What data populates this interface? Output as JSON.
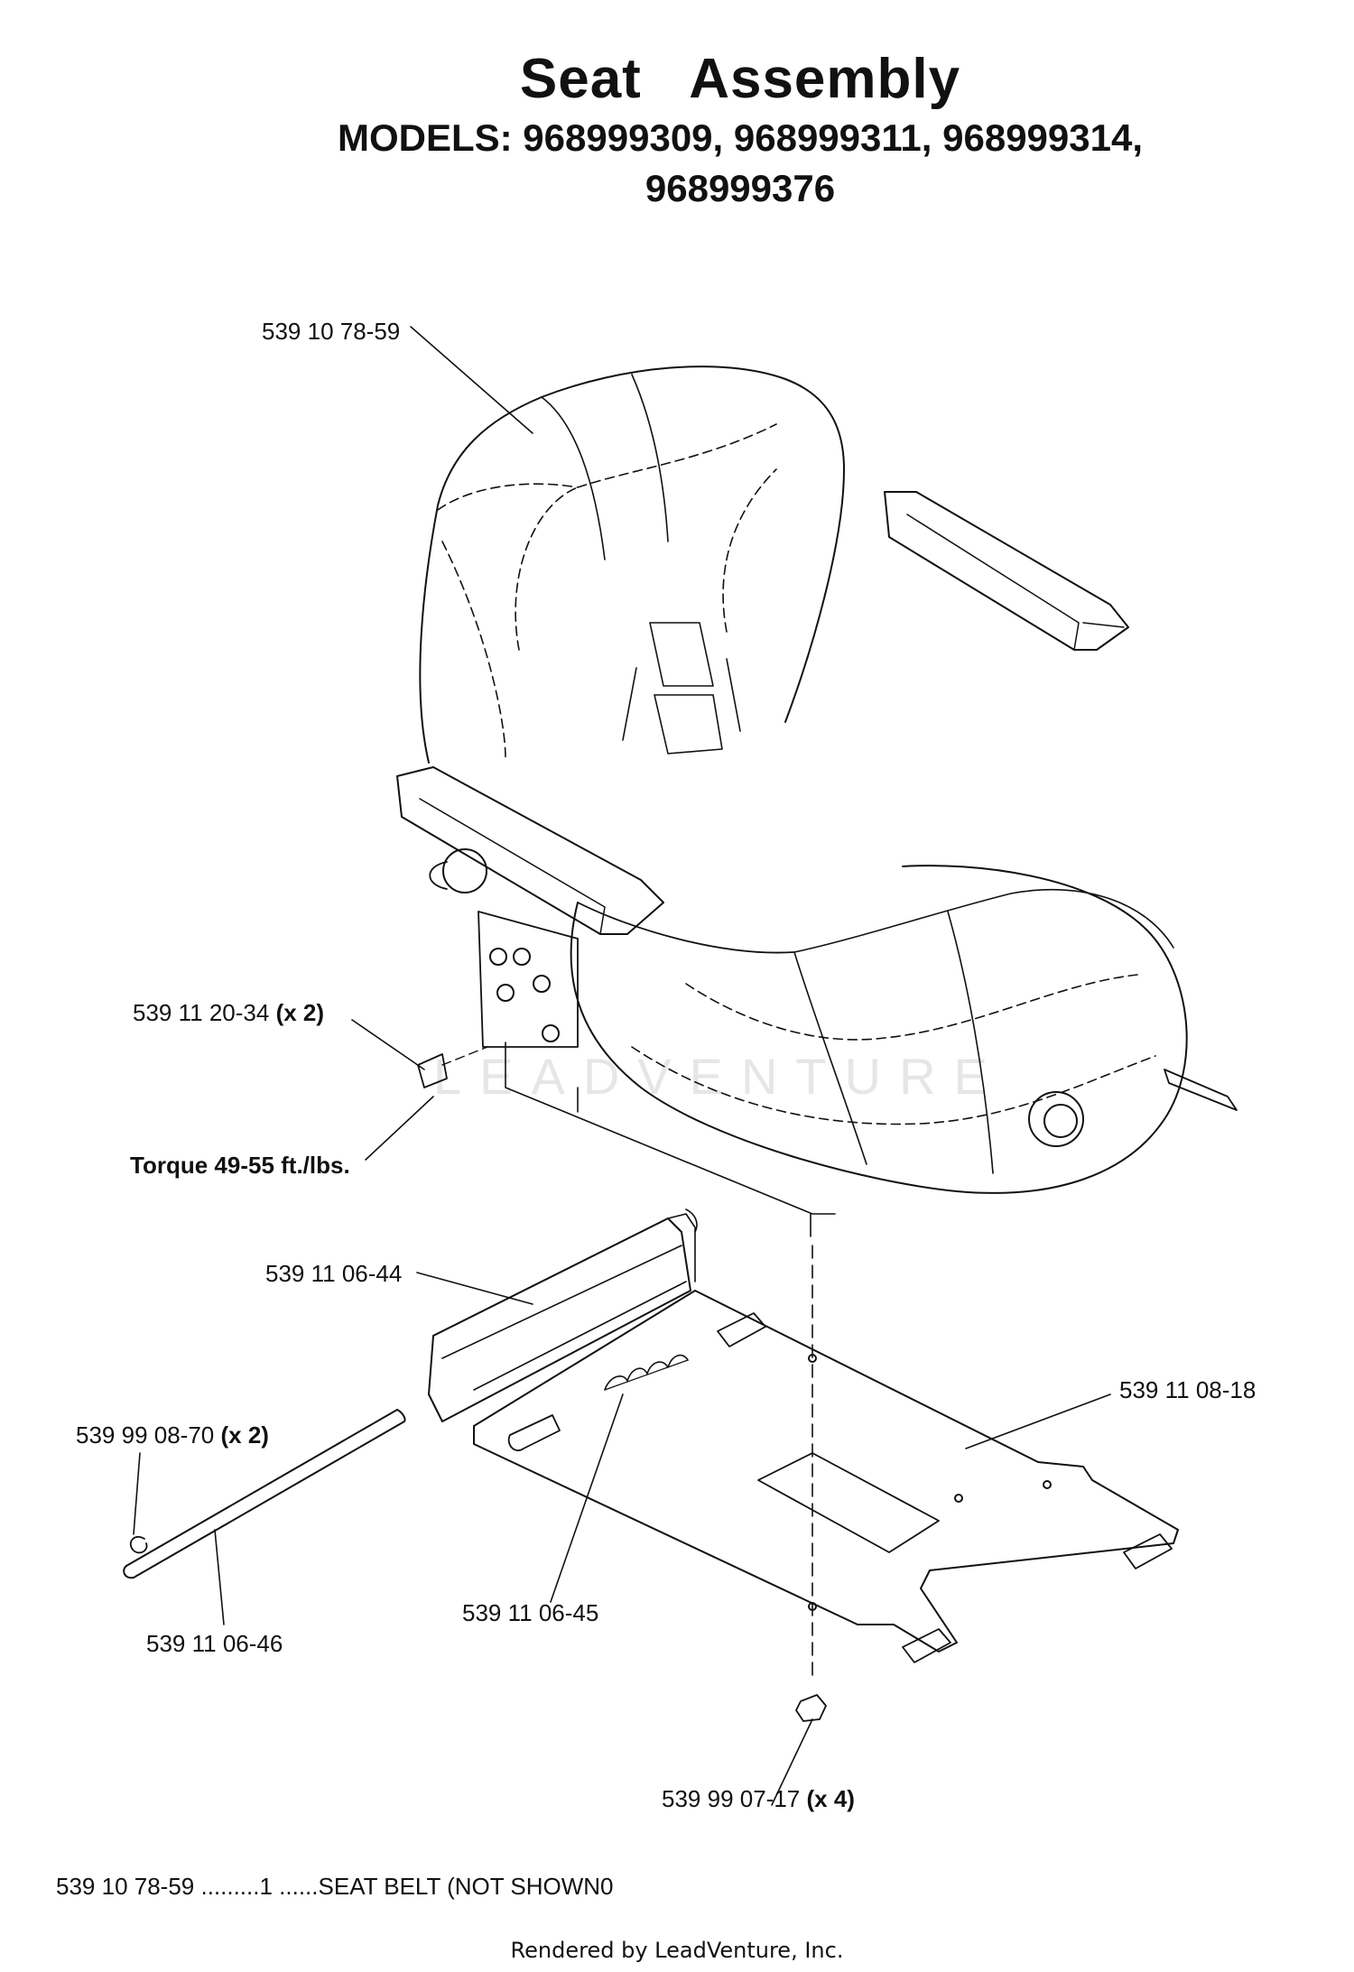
{
  "header": {
    "title": "Seat   Assembly",
    "models_line1": "MODELS: 968999309, 968999311, 968999314,",
    "models_line2": "968999376"
  },
  "labels": {
    "seat": "539 10 78-59",
    "bolt_part": "539 11 20-34",
    "bolt_qty": "(x 2)",
    "torque": "Torque 49-55 ft./lbs.",
    "rail": "539 11 06-44",
    "plate": "539 11 08-18",
    "clip_part": "539 99 08-70",
    "clip_qty": "(x 2)",
    "spring": "539 11 06-45",
    "rod": "539 11 06-46",
    "nut_part": "539 99 07-17",
    "nut_qty": "(x 4)"
  },
  "footer": {
    "note": "539 10 78-59 .........1 ......SEAT BELT (NOT SHOWN0",
    "rendered_by": "Rendered by LeadVenture, Inc."
  },
  "watermark": "LEADVENTURE"
}
